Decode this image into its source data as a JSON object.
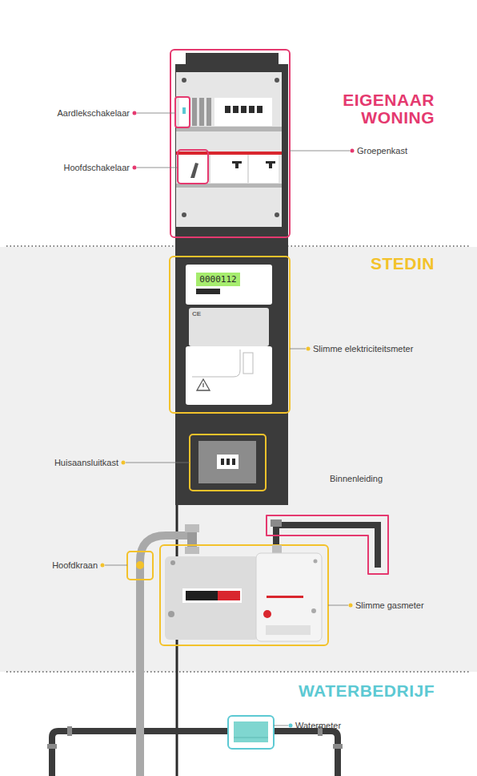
{
  "diagram": {
    "nodes": [
      {
        "text": [
          "STEDIN"
        ]
      },
      {
        "text": [
          "0000112"
        ],
        "in": 0
      },
      {
        "text": [
          "CE"
        ],
        "in": 0
      }
    ],
    "labels": [
      "EIGENAAR WONING",
      "Aardlekschakelaar",
      "Groepenkast",
      "Hoofdschakelaar",
      "Slimme elektriciteitsmeter",
      "Huisaansluitkast",
      "Binnenleiding",
      "Hoofdkraan",
      "Slimme gasmeter",
      "WATERBEDRIJF",
      "Watermeter"
    ]
  }
}
